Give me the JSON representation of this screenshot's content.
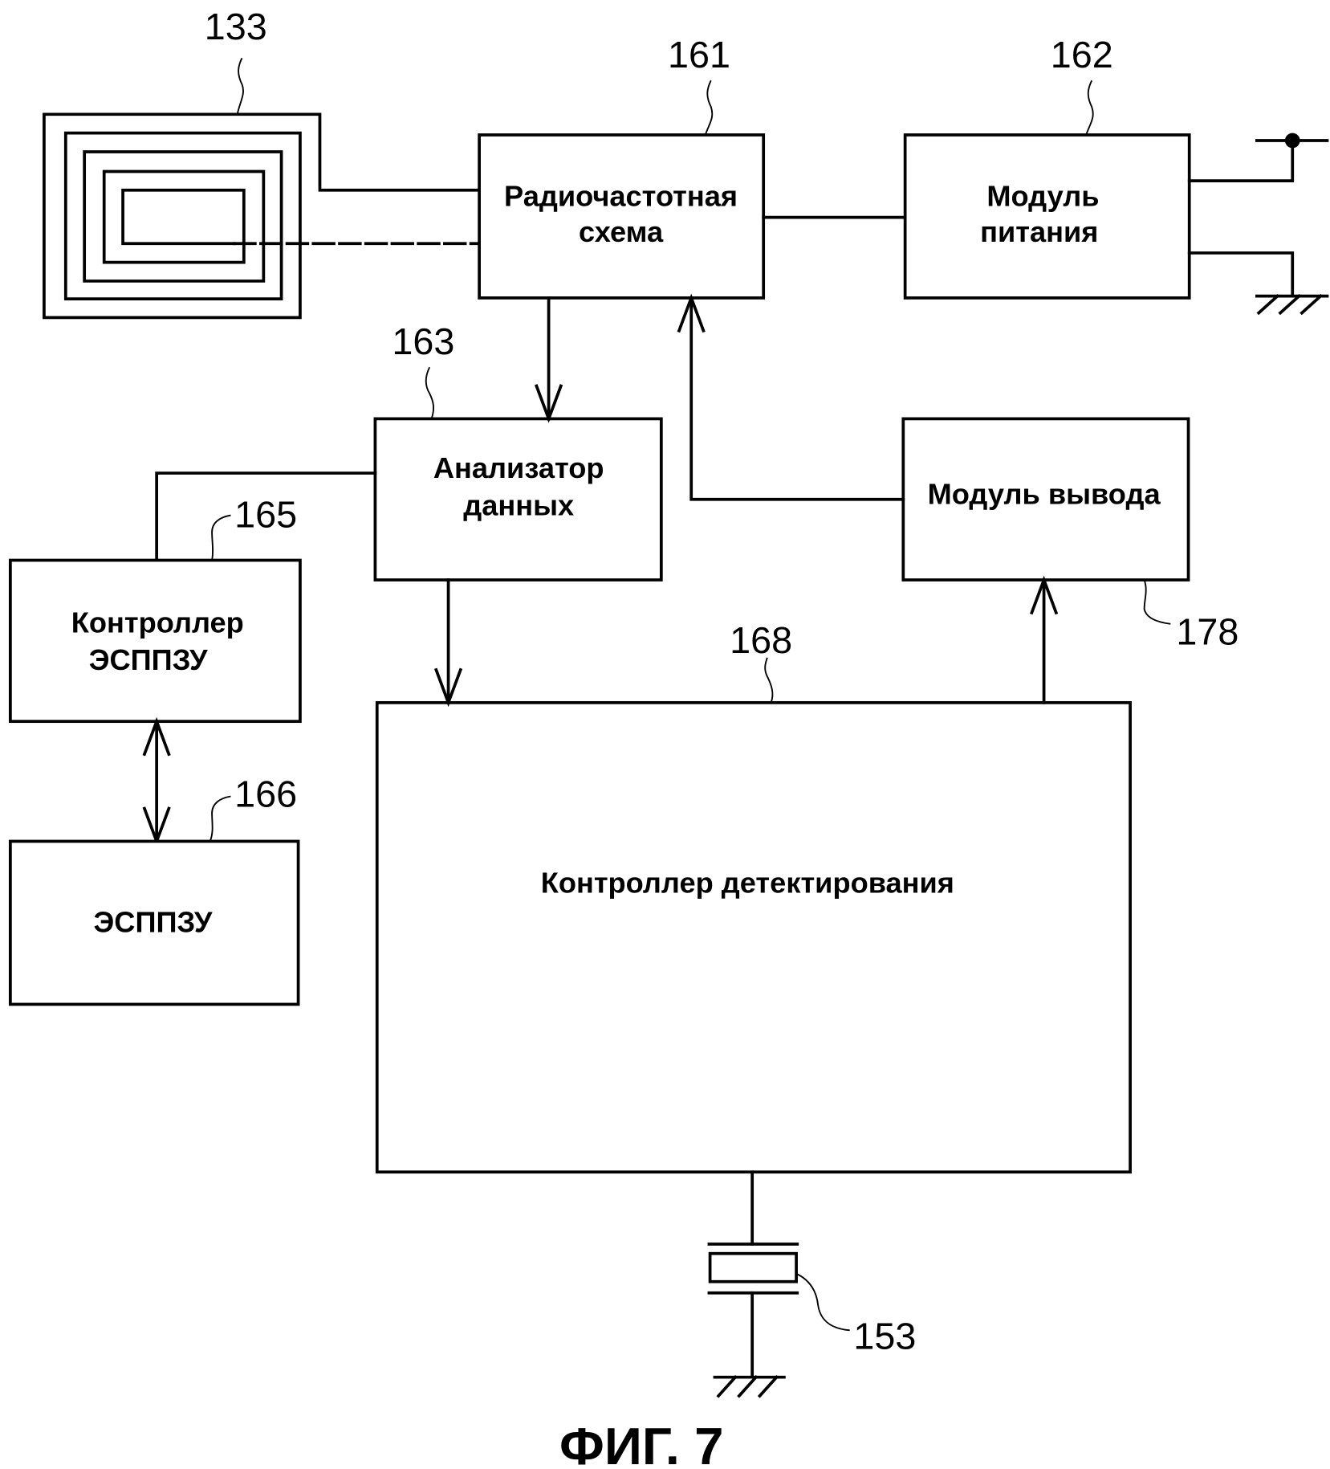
{
  "figure": {
    "title": "ФИГ. 7"
  },
  "blocks": {
    "rf_circuit": {
      "ref": "161",
      "lines": [
        "Радиочастотная",
        "схема"
      ]
    },
    "power_module": {
      "ref": "162",
      "lines": [
        "Модуль",
        "питания"
      ]
    },
    "data_analyzer": {
      "ref": "163",
      "lines": [
        "Анализатор",
        "данных"
      ]
    },
    "eeprom_controller": {
      "ref": "165",
      "lines": [
        "Контроллер",
        "ЭСППЗУ"
      ]
    },
    "eeprom": {
      "ref": "166",
      "lines": [
        "ЭСППЗУ"
      ]
    },
    "detection_controller": {
      "ref": "168",
      "lines": [
        "Контроллер детектирования"
      ]
    },
    "output_module": {
      "ref": "178",
      "lines": [
        "Модуль вывода"
      ]
    }
  },
  "components": {
    "antenna_coil": {
      "ref": "133"
    },
    "piezo_element": {
      "ref": "153"
    }
  }
}
